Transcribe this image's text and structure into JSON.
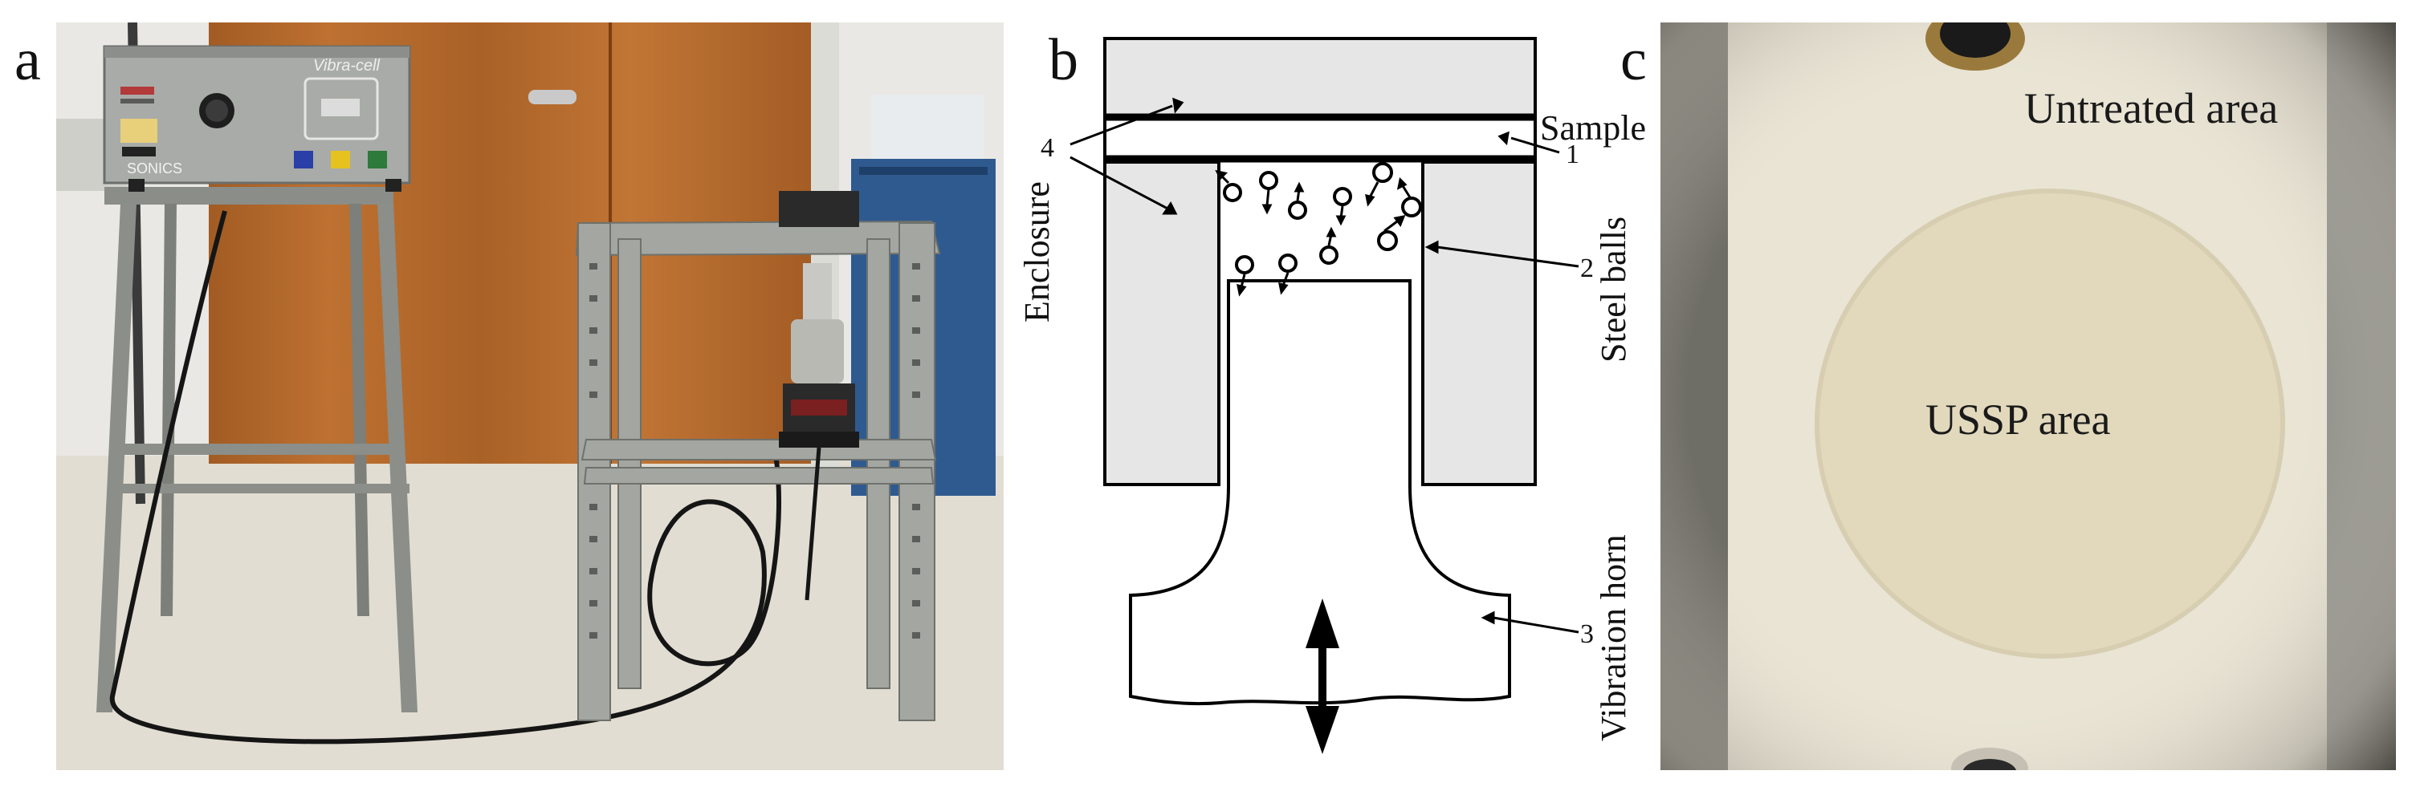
{
  "panels": {
    "a": {
      "letter": "a",
      "device_brand": "SONICS",
      "device_model": "Vibra-cell"
    },
    "b": {
      "letter": "b",
      "labels": {
        "sample": "Sample",
        "enclosure": "Enclosure",
        "steel_balls": "Steel balls",
        "vibration_horn": "Vibration horn"
      },
      "numbers": {
        "n1": "1",
        "n2": "2",
        "n3": "3",
        "n4": "4"
      }
    },
    "c": {
      "letter": "c",
      "untreated": "Untreated area",
      "ussp": "USSP area"
    }
  },
  "colors": {
    "enclosure_fill": "#e6e6e6",
    "line": "#000000",
    "door": "#b56a2c",
    "wall": "#e9e8e4",
    "floor": "#e2ddd2",
    "frame_metal": "#9a9d99",
    "plate_bg": "#e9e4d4",
    "ussp_circle": "#e2d9bd"
  },
  "icons": [
    "knob-icon",
    "display-icon",
    "button-blue-icon",
    "button-yellow-icon",
    "button-green-icon",
    "double-arrow-icon"
  ]
}
